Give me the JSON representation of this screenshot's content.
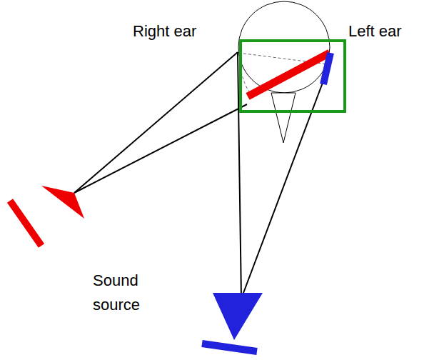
{
  "diagram": {
    "labels": [
      "Right ear",
      "Left ear",
      "Sound source"
    ]
  }
}
